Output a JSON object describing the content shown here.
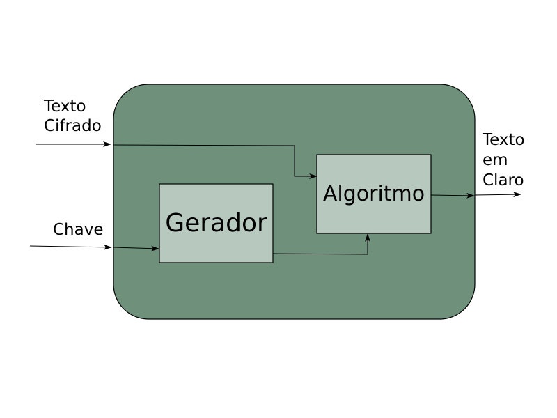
{
  "colors": {
    "container_fill": "#6f917c",
    "box_fill": "#b7c8be",
    "stroke": "#000000",
    "background": "#ffffff"
  },
  "inputs": {
    "ciphertext": {
      "line1": "Texto",
      "line2": "Cifrado"
    },
    "key": {
      "label": "Chave"
    }
  },
  "output": {
    "plaintext": {
      "line1": "Texto",
      "line2": "em",
      "line3": "Claro"
    }
  },
  "blocks": {
    "generator": {
      "label": "Gerador"
    },
    "algorithm": {
      "label": "Algoritmo"
    }
  }
}
